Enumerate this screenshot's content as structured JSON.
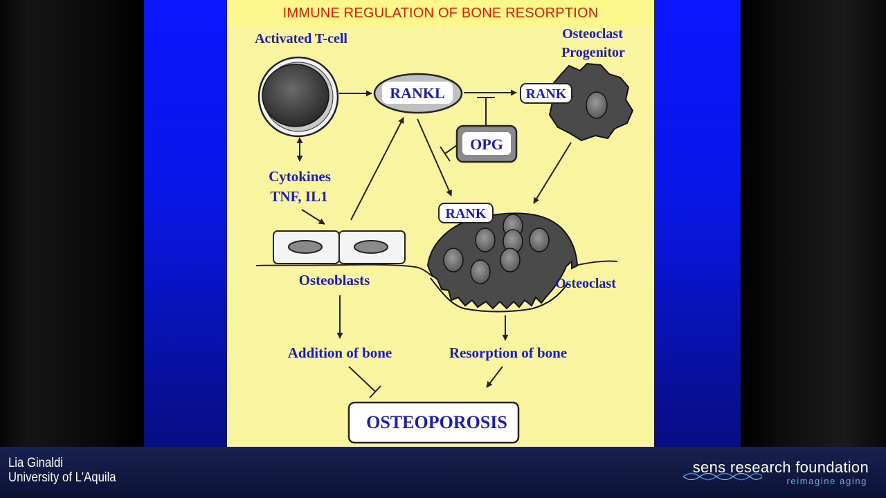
{
  "slide": {
    "title": "IMMUNE REGULATION OF BONE RESORPTION"
  },
  "diagram": {
    "nodes": {
      "t_cell": "Activated T-cell",
      "osteoclast_progenitor_line1": "Osteoclast",
      "osteoclast_progenitor_line2": "Progenitor",
      "rankl": "RANKL",
      "rank_progenitor": "RANK",
      "opg": "OPG",
      "cytokines_line1": "Cytokines",
      "cytokines_line2": "TNF, IL1",
      "rank_osteoclast": "RANK",
      "osteoblasts": "Osteoblasts",
      "osteoclast": "Osteoclast",
      "addition": "Addition of bone",
      "resorption": "Resorption of bone",
      "osteoporosis": "OSTEOPOROSIS"
    },
    "edges": [
      {
        "from": "Activated T-cell",
        "to": "RANKL",
        "type": "activates"
      },
      {
        "from": "Activated T-cell",
        "to": "Cytokines TNF, IL1",
        "type": "bidirectional"
      },
      {
        "from": "RANKL",
        "to": "RANK",
        "type": "activates"
      },
      {
        "from": "OPG",
        "to": "RANKL",
        "type": "inhibits"
      },
      {
        "from": "Cytokines TNF, IL1",
        "to": "Osteoblasts",
        "type": "activates"
      },
      {
        "from": "Osteoblasts",
        "to": "RANKL",
        "type": "activates"
      },
      {
        "from": "Osteoclast Progenitor",
        "to": "Osteoclast",
        "type": "activates"
      },
      {
        "from": "Osteoblasts",
        "to": "Addition of bone",
        "type": "activates"
      },
      {
        "from": "Osteoclast",
        "to": "Resorption of bone",
        "type": "activates"
      },
      {
        "from": "Addition of bone",
        "to": "OSTEOPOROSIS",
        "type": "inhibits"
      },
      {
        "from": "Resorption of bone",
        "to": "OSTEOPOROSIS",
        "type": "activates"
      }
    ],
    "colors": {
      "label": "#1c1cb8",
      "title": "#ee1100",
      "panel": "#f9f4a0",
      "background": "#0a16ff"
    }
  },
  "footer": {
    "presenter_name": "Lia Ginaldi",
    "presenter_affiliation": "University of L'Aquila",
    "org_name": "sens research foundation",
    "org_tagline": "reimagine aging"
  }
}
